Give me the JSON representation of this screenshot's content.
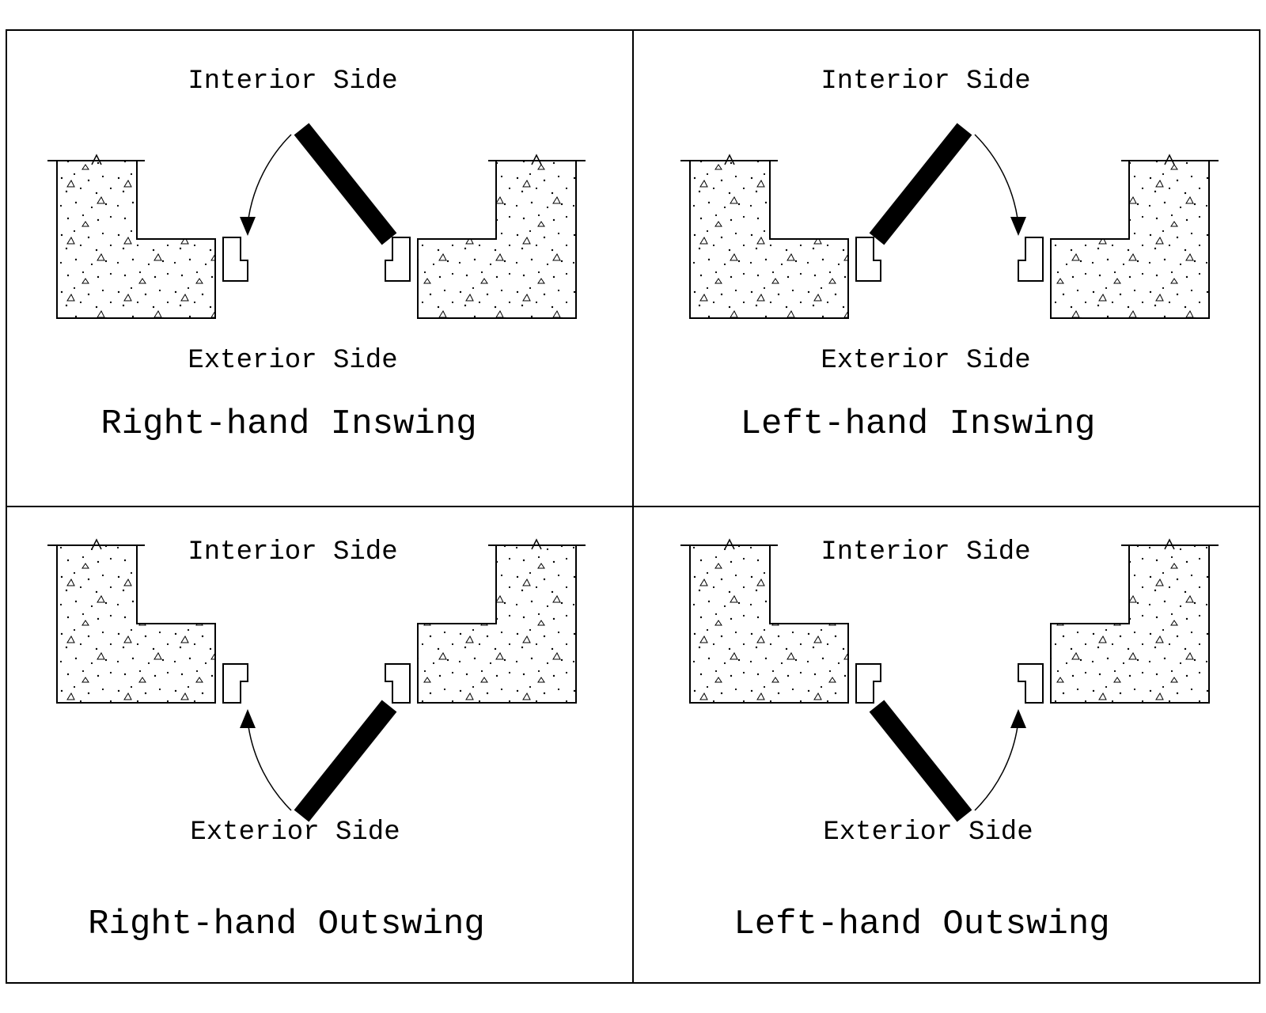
{
  "page": {
    "background": "#ffffff",
    "line_color": "#000000",
    "door_color": "#000000"
  },
  "quadrants": [
    {
      "id": "top-left",
      "interior_label": "Interior Side",
      "exterior_label": "Exterior Side",
      "title": "Right-hand Inswing"
    },
    {
      "id": "top-right",
      "interior_label": "Interior Side",
      "exterior_label": "Exterior Side",
      "title": "Left-hand Inswing"
    },
    {
      "id": "bottom-left",
      "interior_label": "Interior Side",
      "exterior_label": "Exterior Side",
      "title": "Right-hand Outswing"
    },
    {
      "id": "bottom-right",
      "interior_label": "Interior Side",
      "exterior_label": "Exterior Side",
      "title": "Left-hand Outswing"
    }
  ]
}
